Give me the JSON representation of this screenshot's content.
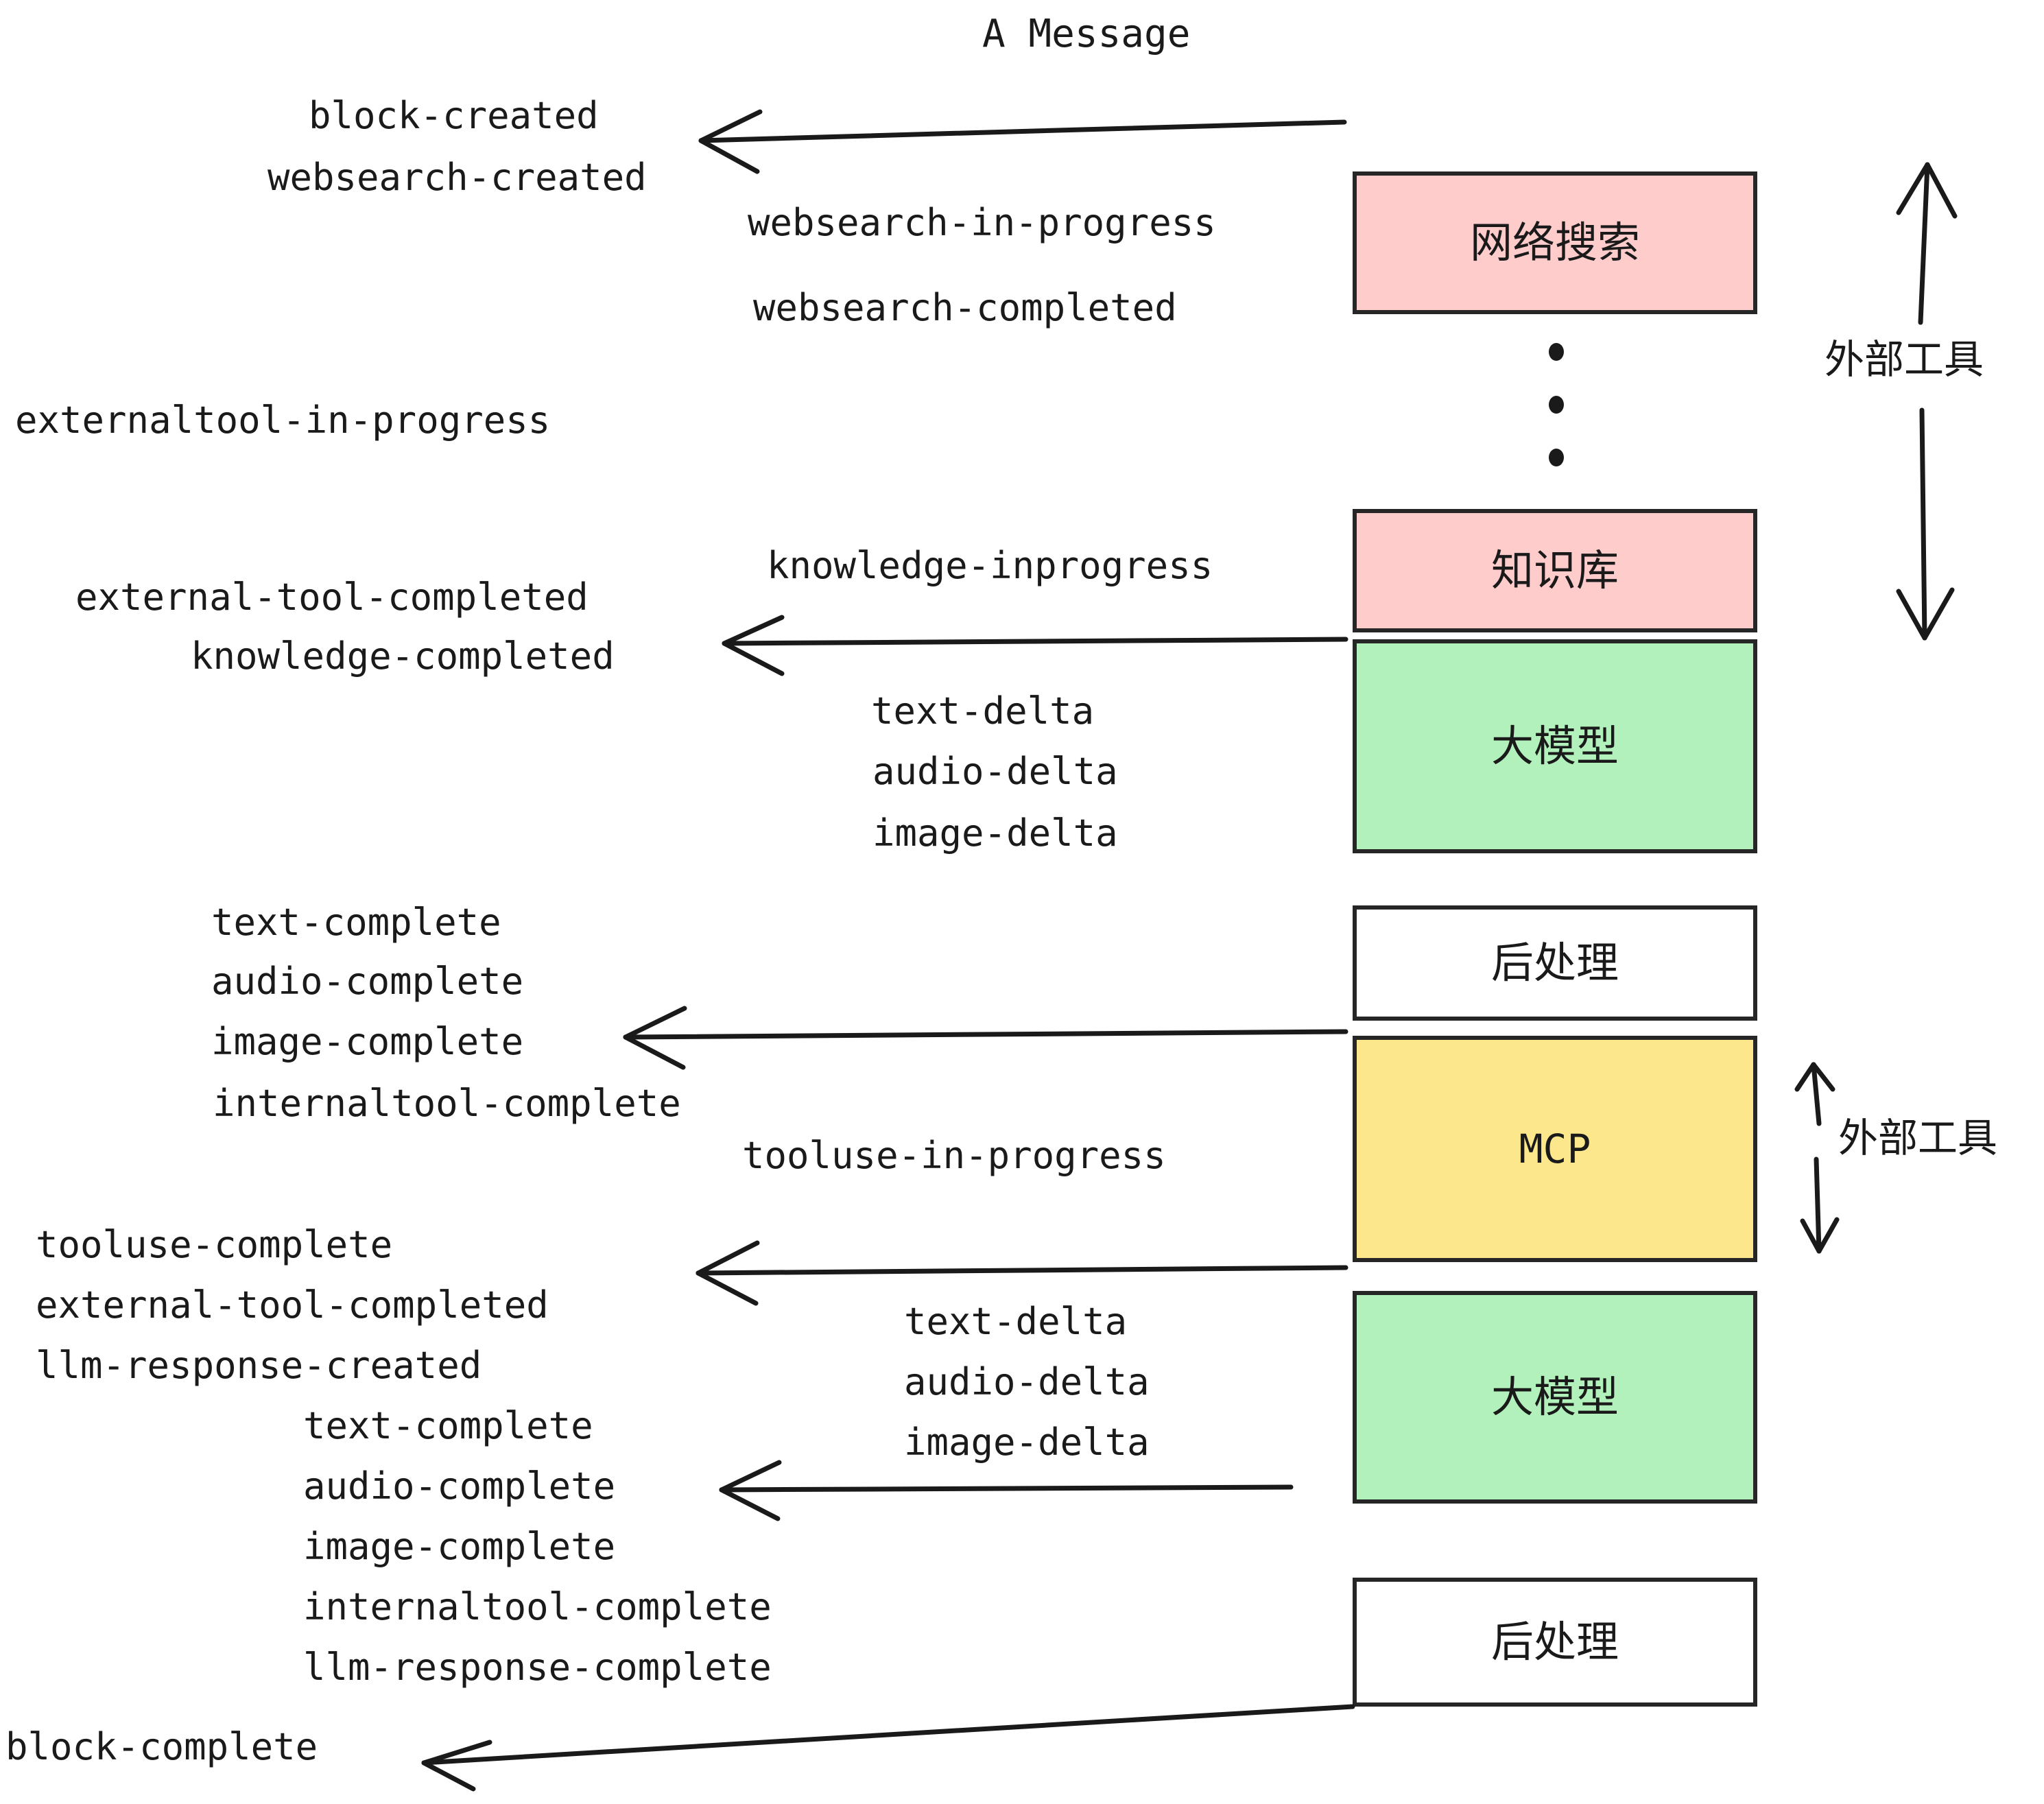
{
  "title": "A Message",
  "colors": {
    "pink": "#FFCCCC",
    "green": "#B2F0BC",
    "yellow": "#FCE78C",
    "white": "#FFFFFF",
    "stroke": "#262626",
    "text": "#1A1A1A"
  },
  "boxes": [
    {
      "id": "websearch",
      "label": "网络搜索",
      "fill": "#FFCCCC"
    },
    {
      "id": "knowledge",
      "label": "知识库",
      "fill": "#FFCCCC"
    },
    {
      "id": "llm-1",
      "label": "大模型",
      "fill": "#B2F0BC"
    },
    {
      "id": "postprocess-1",
      "label": "后处理",
      "fill": "#FFFFFF"
    },
    {
      "id": "mcp",
      "label": "MCP",
      "fill": "#FCE78C"
    },
    {
      "id": "llm-2",
      "label": "大模型",
      "fill": "#B2F0BC"
    },
    {
      "id": "postprocess-2",
      "label": "后处理",
      "fill": "#FFFFFF"
    }
  ],
  "side_labels": [
    {
      "id": "external-tools-top",
      "label": "外部工具"
    },
    {
      "id": "external-tools-bottom",
      "label": "外部工具"
    }
  ],
  "events": {
    "block_created": "block-created",
    "websearch_created": "websearch-created",
    "websearch_in_progress": "websearch-in-progress",
    "websearch_completed": "websearch-completed",
    "externaltool_in_progress": "externaltool-in-progress",
    "knowledge_inprogress": "knowledge-inprogress",
    "external_tool_completed_1": "external-tool-completed",
    "knowledge_completed": "knowledge-completed",
    "text_delta_1": "text-delta",
    "audio_delta_1": "audio-delta",
    "image_delta_1": "image-delta",
    "text_complete_1": "text-complete",
    "audio_complete_1": "audio-complete",
    "image_complete_1": "image-complete",
    "internaltool_complete_1": "internaltool-complete",
    "tooluse_in_progress": "tooluse-in-progress",
    "tooluse_complete": "tooluse-complete",
    "external_tool_completed_2": "external-tool-completed",
    "llm_response_created": "llm-response-created",
    "text_delta_2": "text-delta",
    "audio_delta_2": "audio-delta",
    "image_delta_2": "image-delta",
    "text_complete_2": "text-complete",
    "audio_complete_2": "audio-complete",
    "image_complete_2": "image-complete",
    "internaltool_complete_2": "internaltool-complete",
    "llm_response_complete": "llm-response-complete",
    "block_complete": "block-complete"
  },
  "ellipsis": "⋮"
}
